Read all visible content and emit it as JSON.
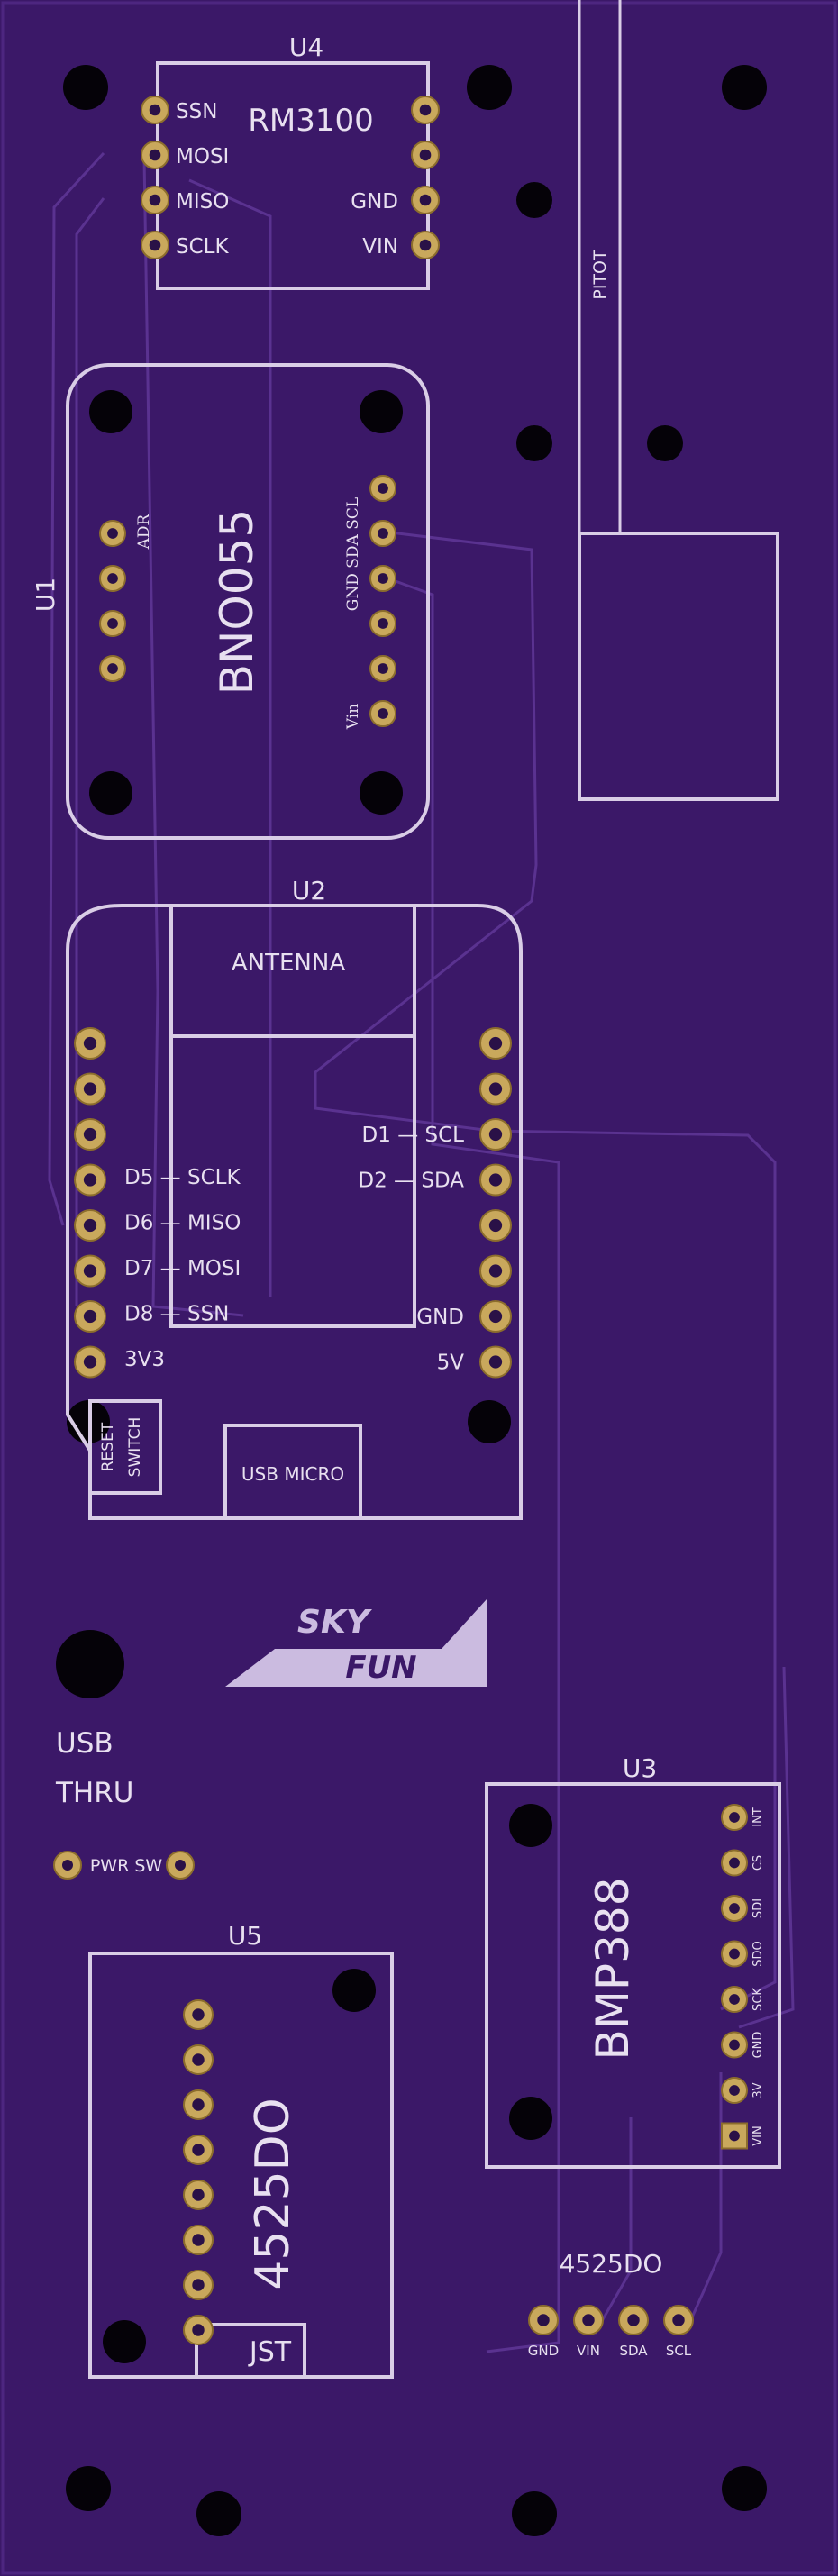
{
  "colors": {
    "board": "#3b1868",
    "silk": "#d9cde6",
    "pad": "#c9a85c",
    "hole": "#050208",
    "logo": "#cbbbe0"
  },
  "u4": {
    "ref": "U4",
    "name": "RM3100",
    "left_pins": [
      "SSN",
      "MOSI",
      "MISO",
      "SCLK"
    ],
    "right_pins": [
      "GND",
      "VIN"
    ]
  },
  "u1": {
    "ref": "U1",
    "name": "BNO055",
    "adr": "ADR",
    "right_labels": "GND SDA SCL",
    "vin": "Vin"
  },
  "pitot": {
    "label": "PITOT"
  },
  "u2": {
    "ref": "U2",
    "antenna": "ANTENNA",
    "left_pins": [
      "D5 — SCLK",
      "D6 — MISO",
      "D7 — MOSI",
      "D8 — SSN",
      "3V3"
    ],
    "right_pins": [
      "D1 — SCL",
      "D2 — SDA",
      "GND",
      "5V"
    ],
    "reset": "RESET",
    "switch": "SWITCH",
    "usb": "USB MICRO"
  },
  "logo": {
    "top": "SKY",
    "bottom": "FUN"
  },
  "usb_thru": {
    "line1": "USB",
    "line2": "THRU"
  },
  "pwr_sw": {
    "label": "PWR SW"
  },
  "u3": {
    "ref": "U3",
    "name": "BMP388",
    "pins": [
      "INT",
      "CS",
      "SDI",
      "SDO",
      "SCK",
      "GND",
      "3V",
      "VIN"
    ]
  },
  "u5": {
    "ref": "U5",
    "name": "4525DO",
    "jst": "JST"
  },
  "header_4525": {
    "title": "4525DO",
    "pins": [
      "GND",
      "VIN",
      "SDA",
      "SCL"
    ]
  }
}
